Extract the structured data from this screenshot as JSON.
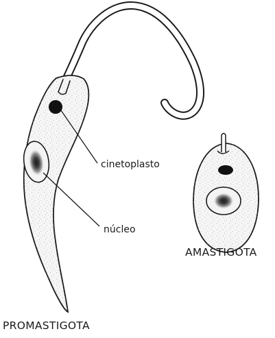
{
  "labels": {
    "kinetoplast": "cinetoplasto",
    "nucleus": "núcleo",
    "amastigote": "AMASTIGOTA",
    "promastigote": "PROMASTIGOTA"
  },
  "colors": {
    "outline": "#1a1a1a",
    "cell_fill": "#f6f6f6",
    "stipple": "#9a9a9a",
    "nucleus_core": "#1e1e1e",
    "background": "#ffffff"
  }
}
